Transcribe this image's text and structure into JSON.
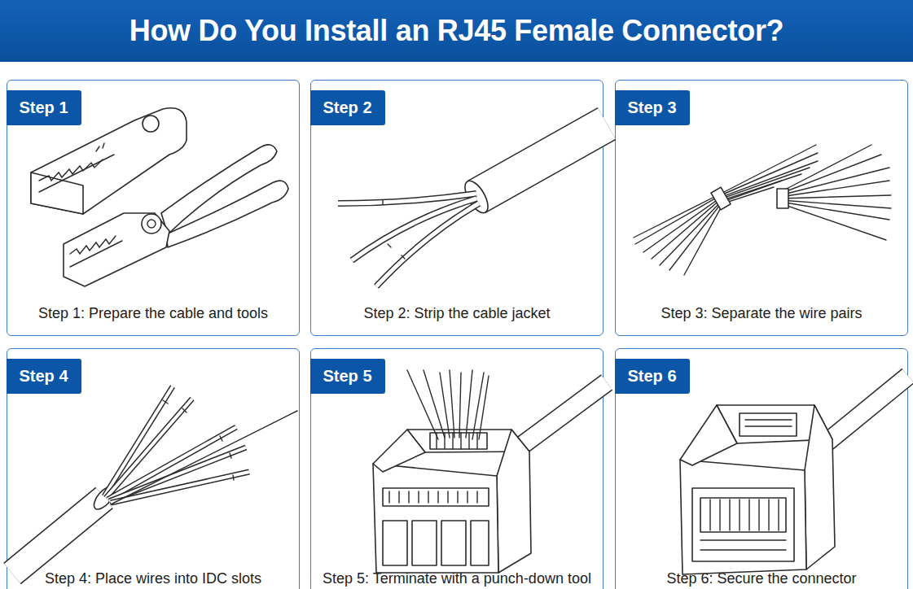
{
  "diagram": {
    "title": "How Do You Install an RJ45 Female Connector?",
    "nodes": [
      {
        "text": [
          "Step 1: Prepare the cable and tools"
        ]
      },
      {
        "text": [
          "Step 1"
        ],
        "in": 0
      },
      {
        "text": [
          "Step 2: Strip the cable jacket"
        ]
      },
      {
        "text": [
          "Step 2"
        ],
        "in": 2
      },
      {
        "text": [
          "Step 3: Separate the wire pairs"
        ]
      },
      {
        "text": [
          "Step 3"
        ],
        "in": 4
      },
      {
        "text": [
          "Step 4: Place wires into IDC slots"
        ]
      },
      {
        "text": [
          "Step 4"
        ],
        "in": 6
      },
      {
        "text": [
          "Step 5: Terminate with a punch-down tool"
        ]
      },
      {
        "text": [
          "Step 5"
        ],
        "in": 8
      },
      {
        "text": [
          "Step 6: Secure the connector"
        ]
      },
      {
        "text": [
          "Step 6"
        ],
        "in": 10
      }
    ]
  }
}
